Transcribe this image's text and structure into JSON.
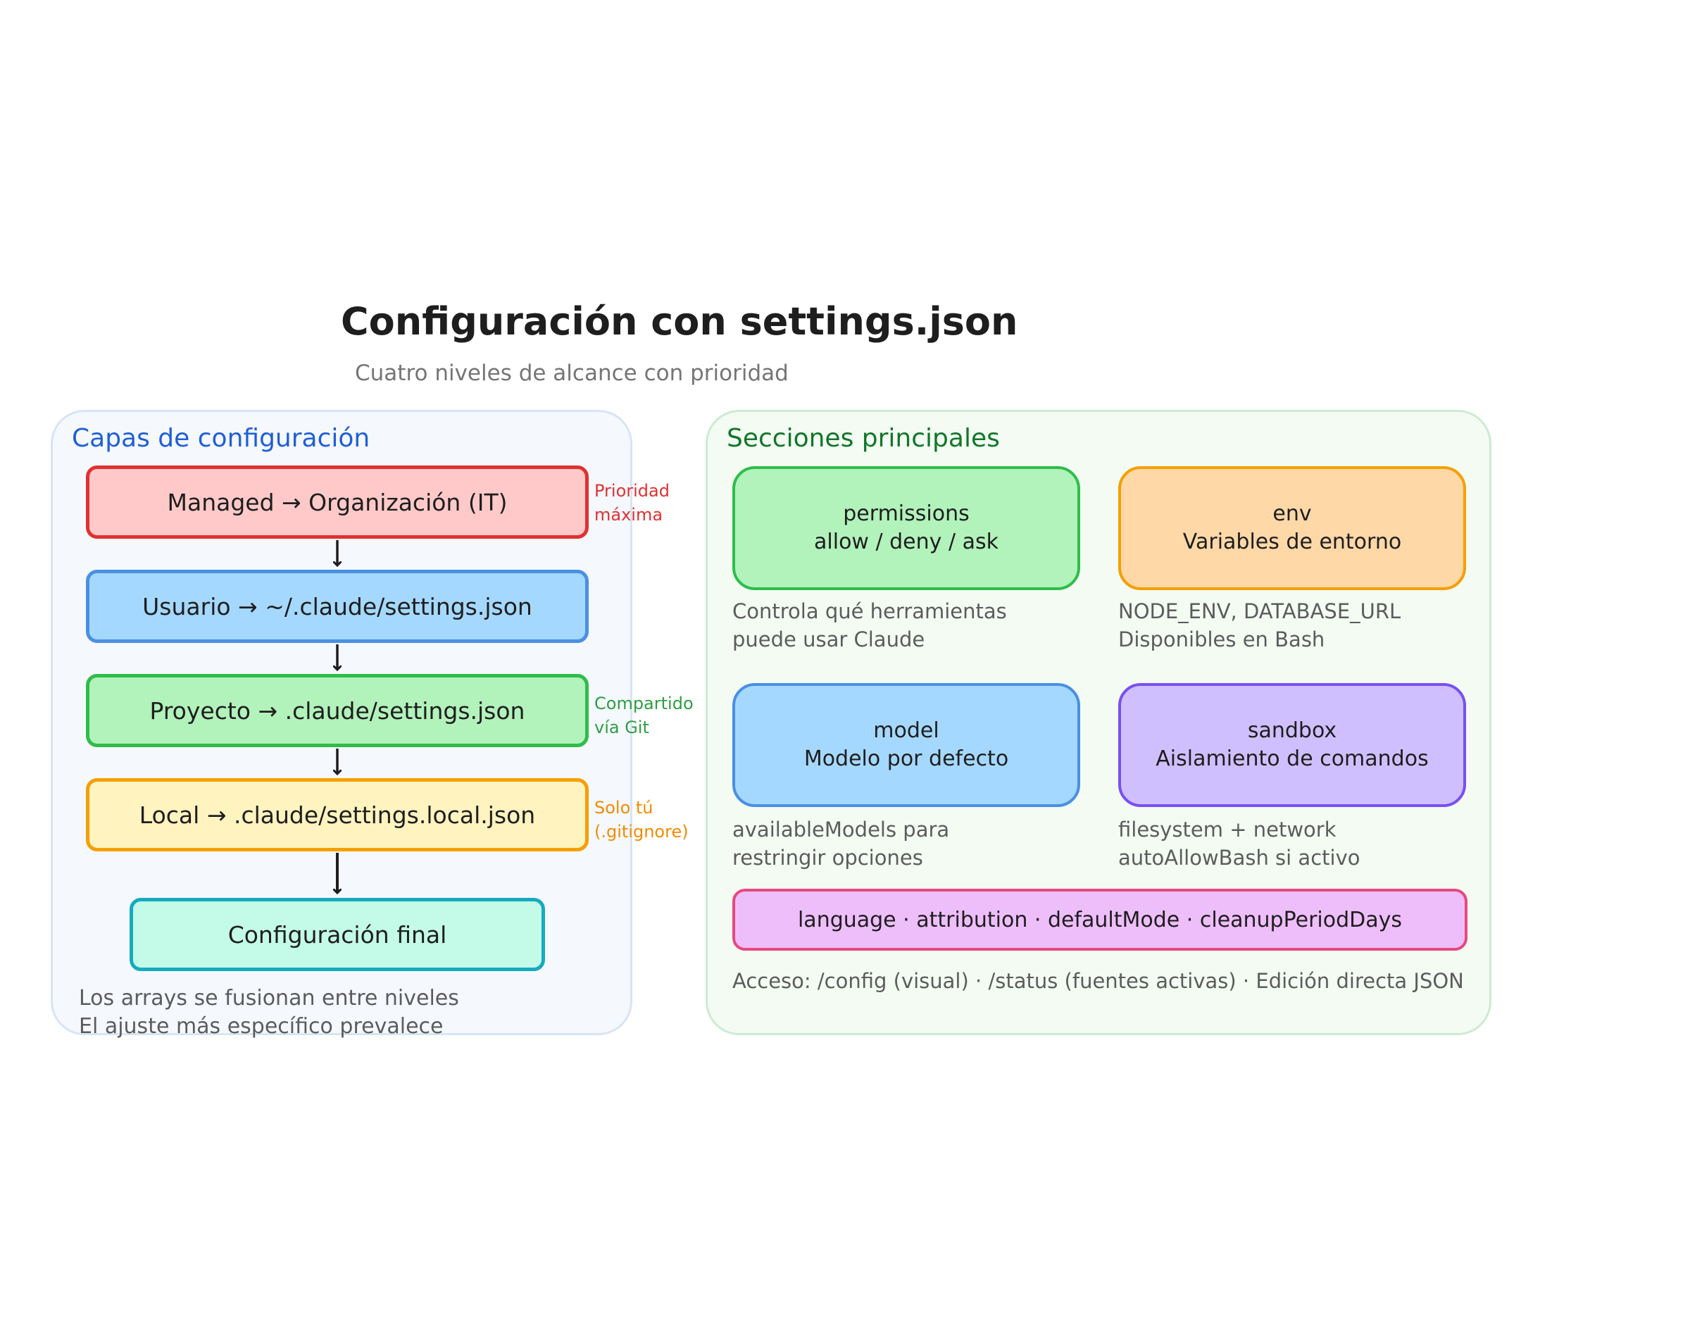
{
  "header": {
    "title": "Configuración con settings.json",
    "subtitle": "Cuatro niveles de alcance con prioridad"
  },
  "left_panel": {
    "heading": "Capas de configuración",
    "layers": {
      "managed": "Managed → Organización (IT)",
      "user": "Usuario → ~/.claude/settings.json",
      "project": "Proyecto → .claude/settings.json",
      "local": "Local → .claude/settings.local.json",
      "final": "Configuración final"
    },
    "notes": {
      "managed": "Prioridad\nmáxima",
      "project": "Compartido\nvía Git",
      "local": "Solo tú\n(.gitignore)"
    },
    "footer": "Los arrays se fusionan entre niveles\nEl ajuste más específico prevalece"
  },
  "right_panel": {
    "heading": "Secciones principales",
    "sections": {
      "permissions": {
        "name": "permissions",
        "detail": "allow / deny / ask",
        "description": "Controla qué herramientas\npuede usar Claude"
      },
      "env": {
        "name": "env",
        "detail": "Variables de entorno",
        "description": "NODE_ENV, DATABASE_URL\nDisponibles en Bash"
      },
      "model": {
        "name": "model",
        "detail": "Modelo por defecto",
        "description": "availableModels para\nrestringir opciones"
      },
      "sandbox": {
        "name": "sandbox",
        "detail": "Aislamiento de comandos",
        "description": "filesystem + network\nautoAllowBash si activo"
      }
    },
    "misc": "language · attribution · defaultMode · cleanupPeriodDays",
    "access": "Acceso: /config (visual) · /status (fuentes activas) · Edición directa JSON"
  },
  "colors": {
    "managed": "#e03131",
    "user": "#4a90e2",
    "project": "#2fbd4a",
    "local": "#f59f00",
    "final": "#15aabf",
    "sandbox": "#7950f2",
    "misc": "#e64980"
  }
}
